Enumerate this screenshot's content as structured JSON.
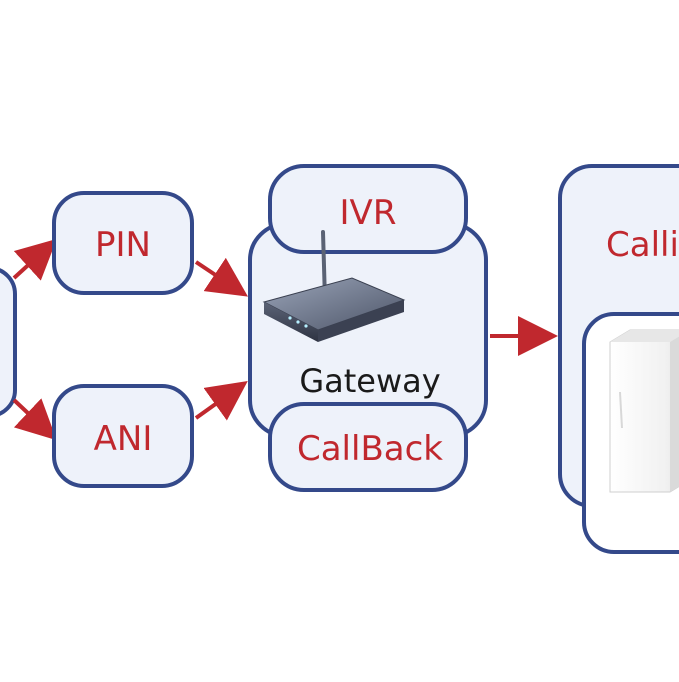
{
  "nodes": {
    "pin": "PIN",
    "ani": "ANI",
    "ivr": "IVR",
    "gateway": "Gateway",
    "callback": "CallBack",
    "calling": "Calli"
  },
  "colors": {
    "box_border": "#34498a",
    "box_fill": "#eef2fa",
    "label_red": "#c0282e",
    "arrow_red": "#c0282e",
    "label_dark": "#1a1a1a"
  },
  "icons": {
    "gateway": "router-icon",
    "server": "server-box-icon"
  }
}
